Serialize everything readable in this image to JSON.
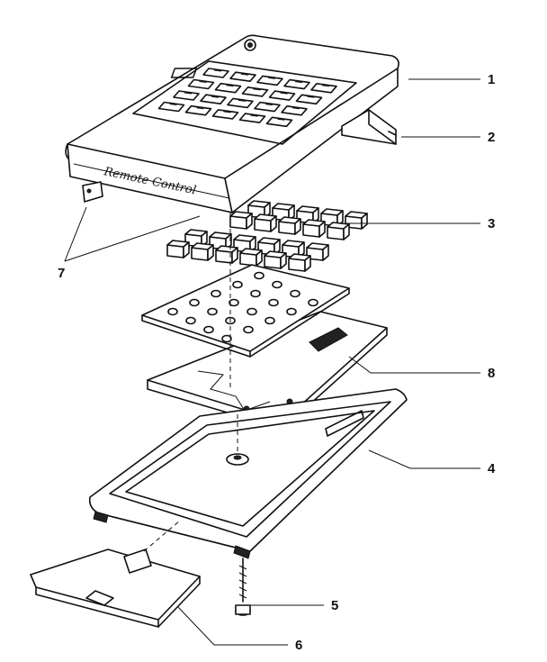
{
  "diagram": {
    "brand_text": "Remote Control",
    "callouts": [
      {
        "id": "1",
        "label": "1"
      },
      {
        "id": "2",
        "label": "2"
      },
      {
        "id": "3",
        "label": "3"
      },
      {
        "id": "4",
        "label": "4"
      },
      {
        "id": "5",
        "label": "5"
      },
      {
        "id": "6",
        "label": "6"
      },
      {
        "id": "7",
        "label": "7"
      },
      {
        "id": "8",
        "label": "8"
      }
    ]
  }
}
